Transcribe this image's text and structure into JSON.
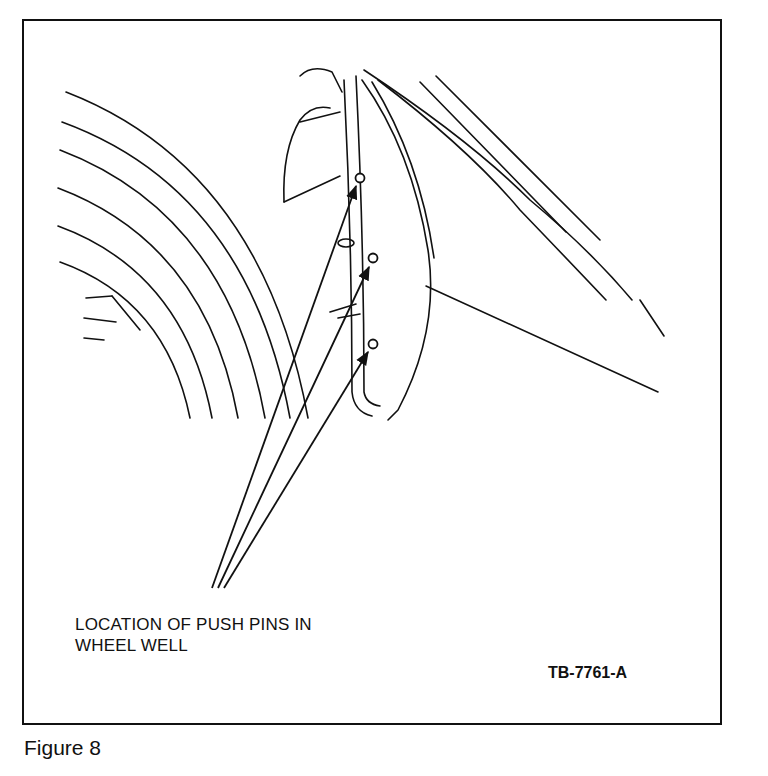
{
  "diagram": {
    "caption": "Figure 8",
    "labels": [
      "LOCATION OF PUSH PINS IN WHEEL WELL",
      "TB-7761-A"
    ]
  }
}
